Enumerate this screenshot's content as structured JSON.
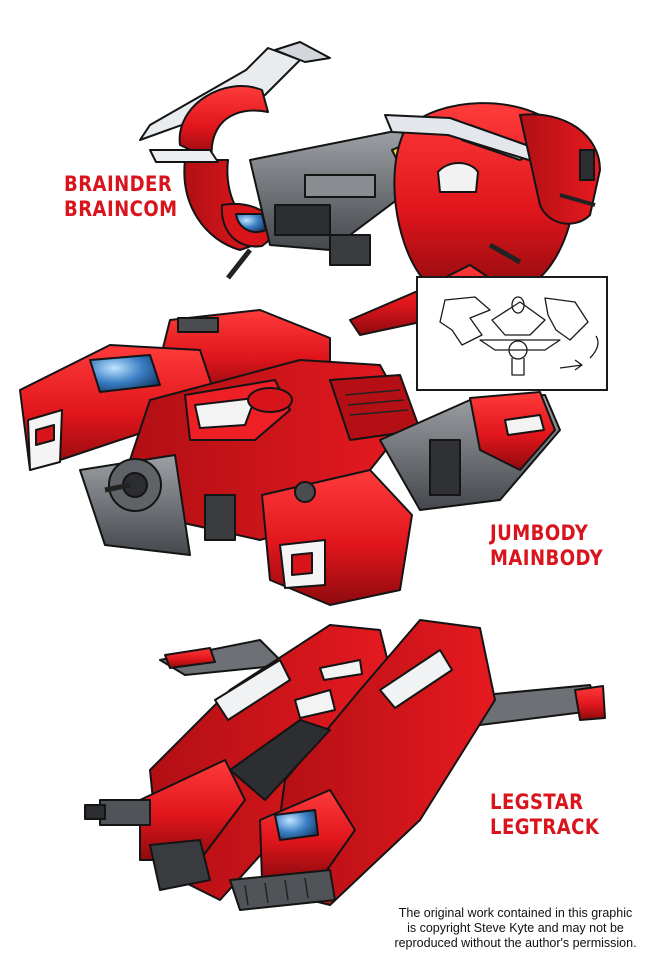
{
  "labels": {
    "braincom": {
      "line1": "BRAINDER",
      "line2": "BRAINCOM"
    },
    "jumbody": {
      "line1": "JUMBODY",
      "line2": "MAINBODY"
    },
    "legstar": {
      "line1": "LEGSTAR",
      "line2": "LEGTRACK"
    }
  },
  "copyright": {
    "line1": "The original work contained in this graphic",
    "line2": "is copyright Steve Kyte and may not be",
    "line3": "reproduced without the author's permission."
  },
  "colors": {
    "primary_red": "#e0161c",
    "dark_red": "#8e0a0e",
    "gray": "#6b6f73",
    "dark_gray": "#2c2e31",
    "canopy_blue": "#3a7fc4",
    "label_red": "#d9141c"
  }
}
